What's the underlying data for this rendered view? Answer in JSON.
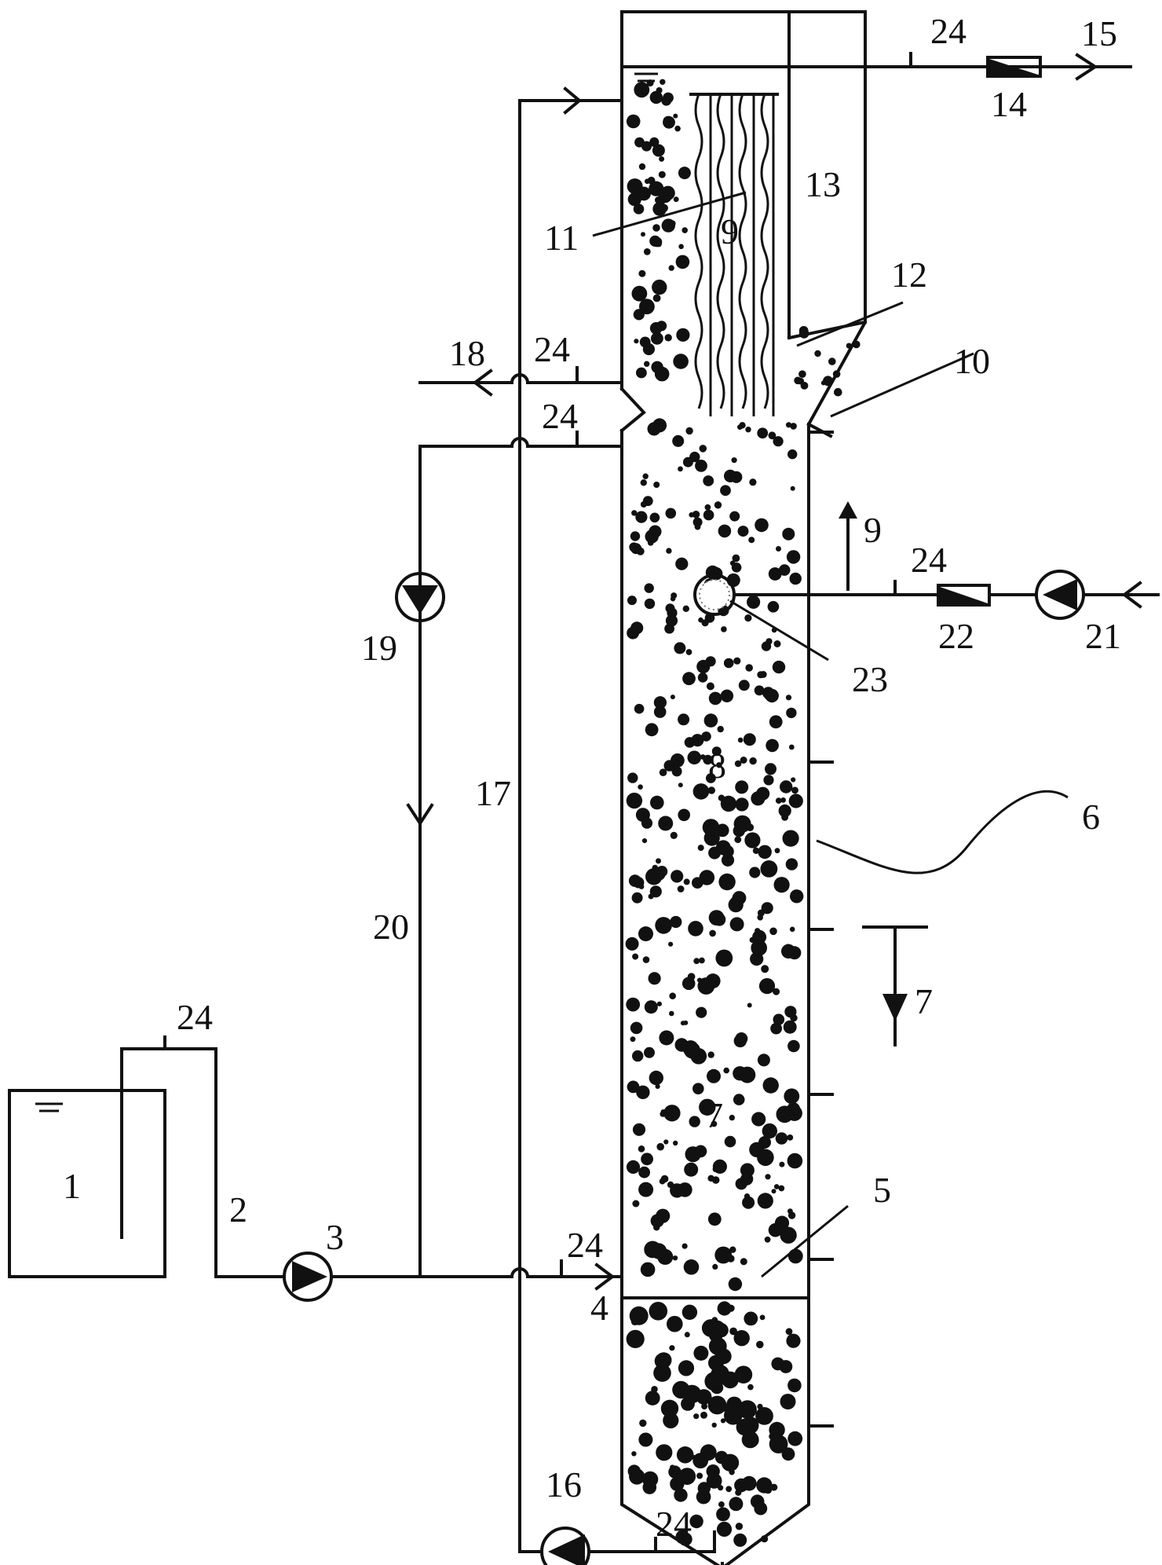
{
  "labels": {
    "tank": "1",
    "inlet_pipe": "2",
    "inlet_pump": "3",
    "inlet_port": "4",
    "distributor_plate": "5",
    "reactor_column": "6",
    "lower_zone": "7",
    "middle_zone": "8",
    "upper_zone": "9",
    "settling_cone": "10",
    "inner_tubes": "11",
    "overflow_baffle": "12",
    "settling_chamber": "13",
    "outlet_valve": "14",
    "effluent": "15",
    "circulation_pump": "16",
    "circulation_pipe": "17",
    "side_outlet": "18",
    "recycle_pump": "19",
    "recycle_pipe": "20",
    "gas_pump": "21",
    "gas_valve": "22",
    "gas_diffuser": "23",
    "sampling_valve": "24",
    "arrow_up_label": "9",
    "arrow_down_label": "7"
  },
  "colors": {
    "line": "#111111",
    "background": "#ffffff"
  }
}
